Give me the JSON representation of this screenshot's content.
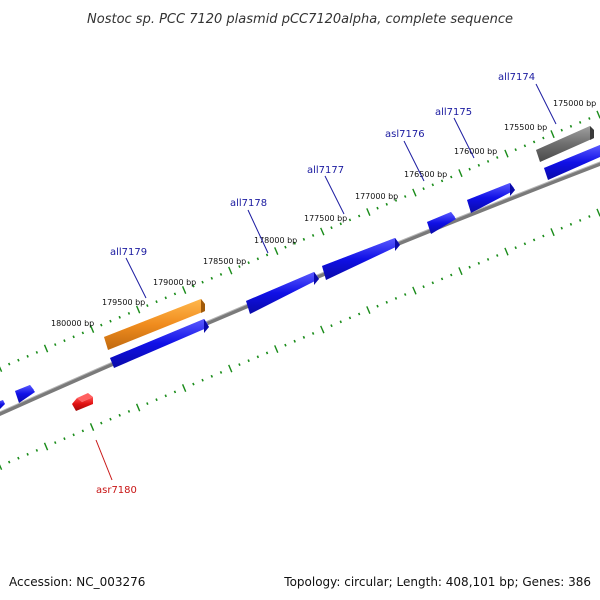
{
  "title": "Nostoc sp. PCC 7120 plasmid pCC7120alpha, complete sequence",
  "footer": {
    "accession": "Accession: NC_003276",
    "summary": "Topology: circular; Length: 408,101 bp; Genes: 386"
  },
  "colors": {
    "forward_gene": "#1010e6",
    "highlight_gene": "#f08c1e",
    "reverse_gene": "#e01010",
    "gray_feature": "#6e6e6e",
    "backbone": "#808080",
    "tick_marks": "#1a8c1a",
    "label_forward": "#1a1aa0",
    "label_reverse": "#c81414"
  },
  "scale_ticks": [
    "175000 bp",
    "175500 bp",
    "176000 bp",
    "176500 bp",
    "177000 bp",
    "177500 bp",
    "178000 bp",
    "178500 bp",
    "179000 bp",
    "179500 bp",
    "180000 bp"
  ],
  "gene_labels": [
    {
      "name": "all7174",
      "strand": "forward"
    },
    {
      "name": "all7175",
      "strand": "forward"
    },
    {
      "name": "asl7176",
      "strand": "forward"
    },
    {
      "name": "all7177",
      "strand": "forward"
    },
    {
      "name": "all7178",
      "strand": "forward"
    },
    {
      "name": "all7179",
      "strand": "forward"
    },
    {
      "name": "asr7180",
      "strand": "reverse"
    }
  ],
  "features": [
    {
      "id": "gray-feature",
      "strand": "forward",
      "color": "gray"
    },
    {
      "id": "blue-right-edge",
      "strand": "forward",
      "color": "forward"
    },
    {
      "id": "blue-475000",
      "strand": "forward",
      "color": "forward"
    },
    {
      "id": "blue-small-440",
      "strand": "forward",
      "color": "forward"
    },
    {
      "id": "blue-mid-360",
      "strand": "forward",
      "color": "forward"
    },
    {
      "id": "blue-mid-282",
      "strand": "forward",
      "color": "forward"
    },
    {
      "id": "orange-all7179",
      "strand": "forward",
      "color": "highlight"
    },
    {
      "id": "blue-long-160",
      "strand": "forward",
      "color": "forward"
    },
    {
      "id": "blue-small-26",
      "strand": "forward",
      "color": "forward"
    },
    {
      "id": "blue-left-edge",
      "strand": "forward",
      "color": "forward"
    },
    {
      "id": "red-asr7180",
      "strand": "reverse",
      "color": "reverse"
    }
  ]
}
